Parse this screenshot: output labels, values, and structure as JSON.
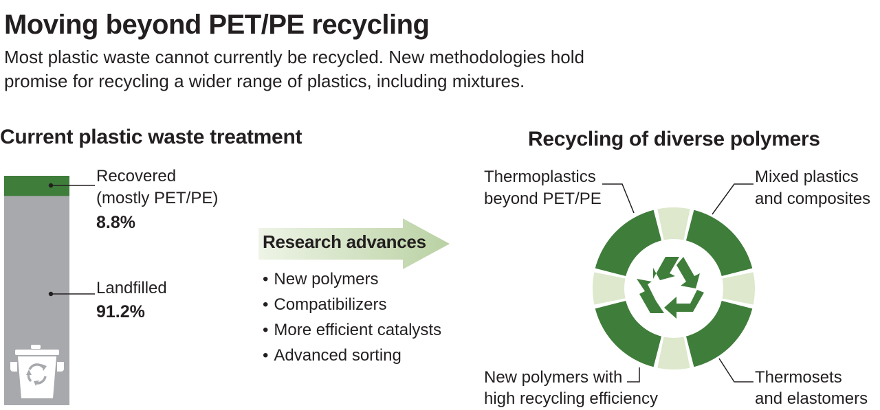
{
  "title": "Moving beyond PET/PE recycling",
  "subtitle": "Most plastic waste cannot currently be recycled. New methodologies hold promise for recycling a wider range of plastics, including mixtures.",
  "left_panel": {
    "heading": "Current plastic waste treatment",
    "recovered": {
      "label_line1": "Recovered",
      "label_line2": "(mostly PET/PE)",
      "percent": "8.8%",
      "value": 8.8,
      "color": "#3f7d3a"
    },
    "landfilled": {
      "label": "Landfilled",
      "percent": "91.2%",
      "value": 91.2,
      "color": "#a7a9ac"
    },
    "bin_icon": "recycling-bin-icon"
  },
  "middle": {
    "research_label": "Research advances",
    "arrow_color": "#c9dcb8",
    "advances": [
      "New polymers",
      "Compatibilizers",
      "More efficient catalysts",
      "Advanced sorting"
    ]
  },
  "right_panel": {
    "heading": "Recycling of diverse polymers",
    "labels": {
      "top_left": [
        "Thermoplastics",
        "beyond PET/PE"
      ],
      "top_right": [
        "Mixed plastics",
        "and composites"
      ],
      "bottom_left": [
        "New polymers with",
        "high recycling efficiency"
      ],
      "bottom_right": [
        "Thermosets",
        "and elastomers"
      ]
    },
    "ring_dark_color": "#3f7d3a",
    "ring_light_color": "#dde8cc",
    "center_icon": "recycle-symbol-icon"
  }
}
